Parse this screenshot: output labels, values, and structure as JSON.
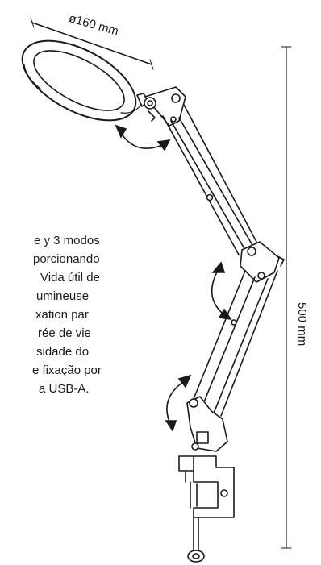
{
  "dimensions": {
    "ring_diameter": "ø160 mm",
    "height": "500 mm"
  },
  "description_lines": [
    "e y 3 modos",
    "porcionando",
    "Vida útil de",
    "umineuse",
    "xation par",
    "rée de vie",
    "sidade do",
    "e fixação por",
    "a USB-A."
  ],
  "colors": {
    "line": "#1a1a1a",
    "background": "#ffffff"
  }
}
